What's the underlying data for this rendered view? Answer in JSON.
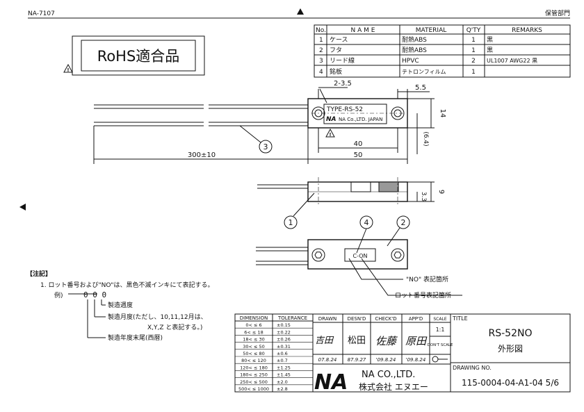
{
  "header": {
    "doc_code": "NA-7107",
    "dept": "保管部門"
  },
  "rohs_label": "RoHS適合品",
  "parts_table": {
    "headers": [
      "No.",
      "N A M E",
      "MATERIAL",
      "Q'TY",
      "REMARKS"
    ],
    "rows": [
      [
        "1",
        "ケース",
        "耐熱ABS",
        "1",
        "黒"
      ],
      [
        "2",
        "フタ",
        "耐熱ABS",
        "1",
        "黒"
      ],
      [
        "3",
        "リード線",
        "HPVC",
        "2",
        "UL1007 AWG22 黒"
      ],
      [
        "4",
        "銘板",
        "テトロンフィルム",
        "1",
        ""
      ]
    ]
  },
  "drawing": {
    "nameplate_line1": "TYPE-RS-52",
    "nameplate_brand": "NA",
    "nameplate_line2": "NA Co.,LTD. JAPAN",
    "dim_hole": "2-3.5",
    "dim_right_offset": "5.5",
    "dim_height": "14",
    "dim_ref_height": "(6.4)",
    "dim_40": "40",
    "dim_50": "50",
    "dim_lead": "300±10",
    "dim_33": "3.3",
    "dim_9": "9",
    "balloon_1": "1",
    "balloon_2": "2",
    "balloon_3": "3",
    "balloon_4": "4",
    "lid_marking": "C-ON",
    "callout_no": "\"NO\" 表記箇所",
    "callout_lot": "ロット番号表記箇所"
  },
  "notes": {
    "title": "【注記】",
    "line1": "1. ロット番号および\"NO\"は、黒色不滅インキにて表記する。",
    "example_label": "例)",
    "example_code": "0 0 0",
    "week": "製造週度",
    "month": "製造月度(ただし、10,11,12月は、",
    "month_cont": "X,Y,Z と表記する。)",
    "year": "製造年度末尾(西暦)"
  },
  "tolerance_table": {
    "headers": [
      "DIMENSION",
      "TOLERANCE"
    ],
    "rows": [
      [
        "0<  ≤  6",
        "±0.15"
      ],
      [
        "6<  ≤  18",
        "±0.22"
      ],
      [
        "18<  ≤  30",
        "±0.26"
      ],
      [
        "30<  ≤  50",
        "±0.31"
      ],
      [
        "50<  ≤  80",
        "±0.6"
      ],
      [
        "80<  ≤  120",
        "±0.7"
      ],
      [
        "120<  ≤  180",
        "±1.25"
      ],
      [
        "180<  ≤  250",
        "±1.45"
      ],
      [
        "250<  ≤  500",
        "±2.0"
      ],
      [
        "500<  ≤ 1000",
        "±2.8"
      ]
    ]
  },
  "title_block": {
    "drawn_label": "DRAWN",
    "desnd_label": "DESN'D",
    "checkd_label": "CHECK'D",
    "appd_label": "APP'D",
    "scale_label": "SCALE",
    "scale_value": "1:1",
    "dont_scale": "DON'T SCALE",
    "drawn_name": "吉田",
    "desnd_name": "松田",
    "checkd_name": "佐藤",
    "appd_name": "原田",
    "drawn_date": "07.8.24",
    "desnd_date": "87.9.27",
    "checkd_date": "'09.8.24",
    "appd_date": "'09.8.24",
    "title_label": "TITLE",
    "title_1": "RS-52NO",
    "title_2": "外形図",
    "drawing_no_label": "DRAWING NO.",
    "drawing_no": "115-0004-04-A1-04 5/6",
    "company_logo": "NA",
    "company_en": "NA CO.,LTD.",
    "company_jp": "株式会社 エヌエー"
  }
}
